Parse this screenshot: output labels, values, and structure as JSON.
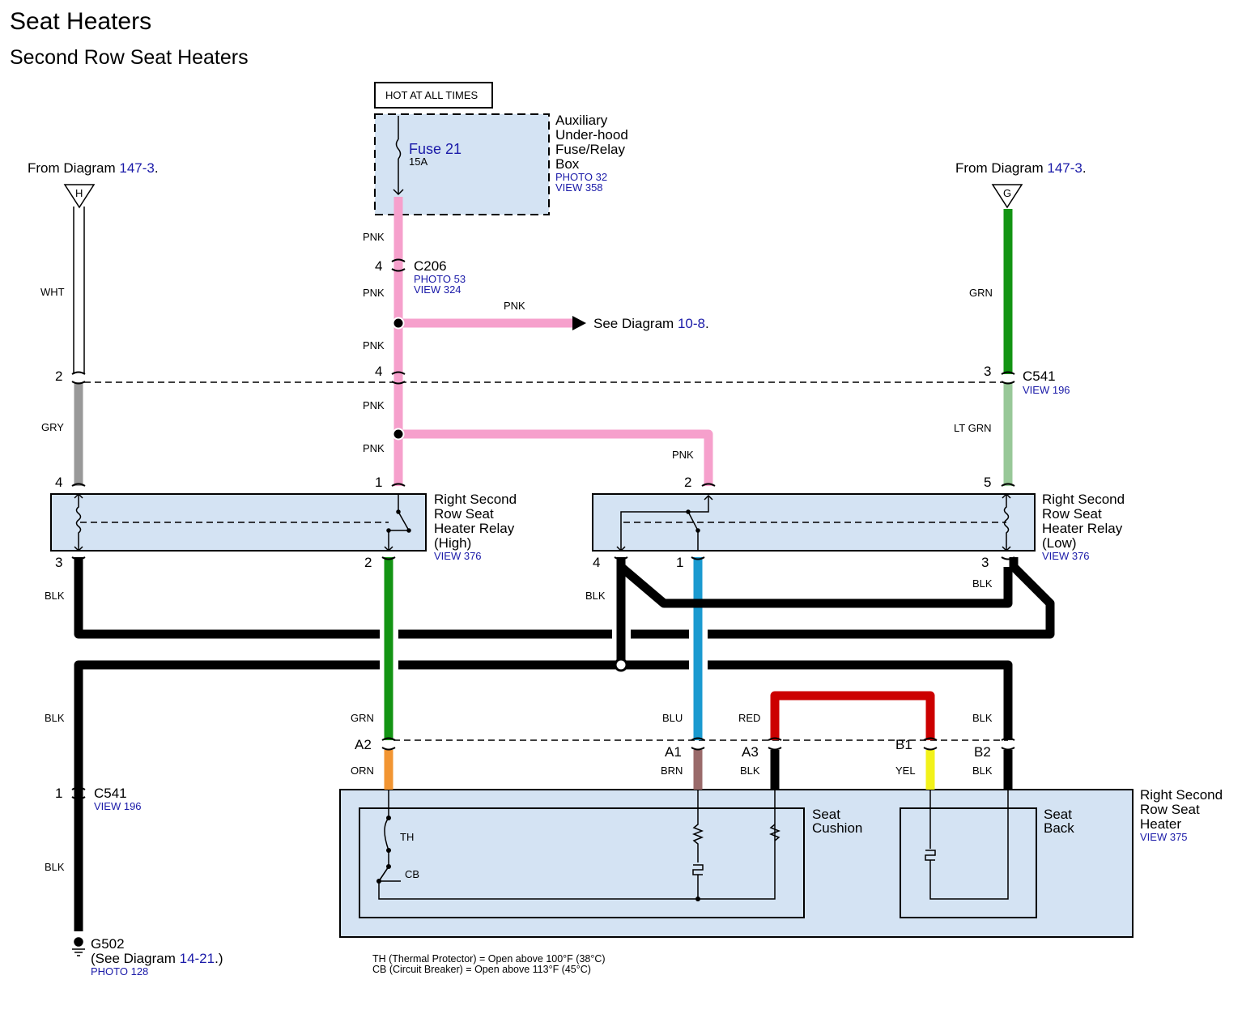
{
  "title": "Seat Heaters",
  "subtitle": "Second Row Seat Heaters",
  "hot_label": "HOT AT ALL TIMES",
  "fuse_box": {
    "fuse": "Fuse 21",
    "rating": "15A",
    "name_lines": [
      "Auxiliary",
      "Under-hood",
      "Fuse/Relay",
      "Box"
    ],
    "photo": "PHOTO 32",
    "view": "VIEW 358"
  },
  "from_left": {
    "text": "From Diagram",
    "link": "147-3",
    "suffix": ".",
    "terminal": "H"
  },
  "from_right": {
    "text": "From Diagram",
    "link": "147-3",
    "suffix": ".",
    "terminal": "G"
  },
  "c206": {
    "name": "C206",
    "photo": "PHOTO 53",
    "view": "VIEW 324",
    "pin": "4"
  },
  "see_diagram": {
    "text": "See Diagram",
    "link": "10-8",
    "suffix": "."
  },
  "c541_top": {
    "name": "C541",
    "view": "VIEW 196"
  },
  "c541_bottom": {
    "name": "C541",
    "view": "VIEW 196",
    "pin": "1"
  },
  "relay_high": {
    "name_lines": [
      "Right Second",
      "Row Seat",
      "Heater Relay",
      "(High)"
    ],
    "view": "VIEW 376"
  },
  "relay_low": {
    "name_lines": [
      "Right Second",
      "Row Seat",
      "Heater Relay",
      "(Low)"
    ],
    "view": "VIEW 376"
  },
  "heater": {
    "name_lines": [
      "Right Second",
      "Row Seat",
      "Heater"
    ],
    "view": "VIEW 375"
  },
  "seat_cushion": [
    "Seat",
    "Cushion"
  ],
  "seat_back": [
    "Seat",
    "Back"
  ],
  "ground": {
    "name": "G502",
    "see_text": "(See Diagram",
    "link": "14-21",
    "suffix": ".)",
    "photo": "PHOTO 128"
  },
  "wire_labels": {
    "pnk": "PNK",
    "wht": "WHT",
    "gry": "GRY",
    "grn": "GRN",
    "lt_grn": "LT GRN",
    "blk": "BLK",
    "blu": "BLU",
    "red": "RED",
    "orn": "ORN",
    "brn": "BRN",
    "yel": "YEL"
  },
  "pins": {
    "left_2": "2",
    "left_4": "4",
    "left_3": "3",
    "mid_4": "4",
    "mid_1": "1",
    "mid_2": "2",
    "low_2": "2",
    "low_4": "4",
    "low_1": "1",
    "right_3": "3",
    "right_5": "5",
    "right_3b": "3",
    "a2": "A2",
    "a1": "A1",
    "a3": "A3",
    "b1": "B1",
    "b2": "B2"
  },
  "components": {
    "th": "TH",
    "cb": "CB"
  },
  "notes": [
    "TH (Thermal Protector) = Open above 100°F (38°C)",
    "CB (Circuit Breaker) = Open above 113°F (45°C)"
  ],
  "colors": {
    "pnk": "#f6a0cc",
    "gry": "#999999",
    "grn": "#139413",
    "lt_grn": "#98c898",
    "blk": "#000000",
    "blu": "#1a9ad0",
    "red": "#cc0000",
    "orn": "#f29532",
    "brn": "#9a6a6a",
    "yel": "#f2f21a",
    "box": "#d4e3f3",
    "link": "#1a1aa8"
  }
}
